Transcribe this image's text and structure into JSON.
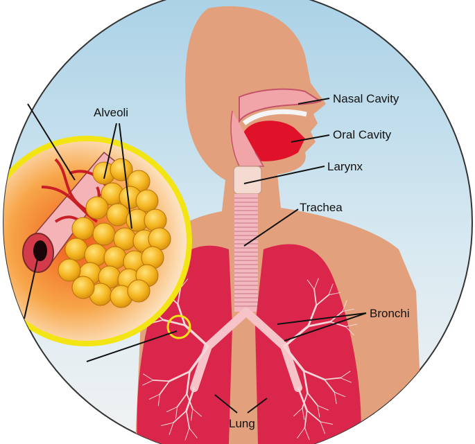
{
  "labels": {
    "alveoli": "Alveoli",
    "nasal_cavity": "Nasal Cavity",
    "oral_cavity": "Oral Cavity",
    "larynx": "Larynx",
    "trachea": "Trachea",
    "bronchi": "Bronchi",
    "lung": "Lung"
  },
  "colors": {
    "sky": "#b9d9ea",
    "ground": "#f2f2f2",
    "skin": "#e2a07c",
    "lung": "#d9264a",
    "lung_dark": "#b5173a",
    "airway": "#f6c4c8",
    "alveoli": "#f2b21c",
    "inset_ring": "#f3e413",
    "vessel": "#c81e24"
  }
}
